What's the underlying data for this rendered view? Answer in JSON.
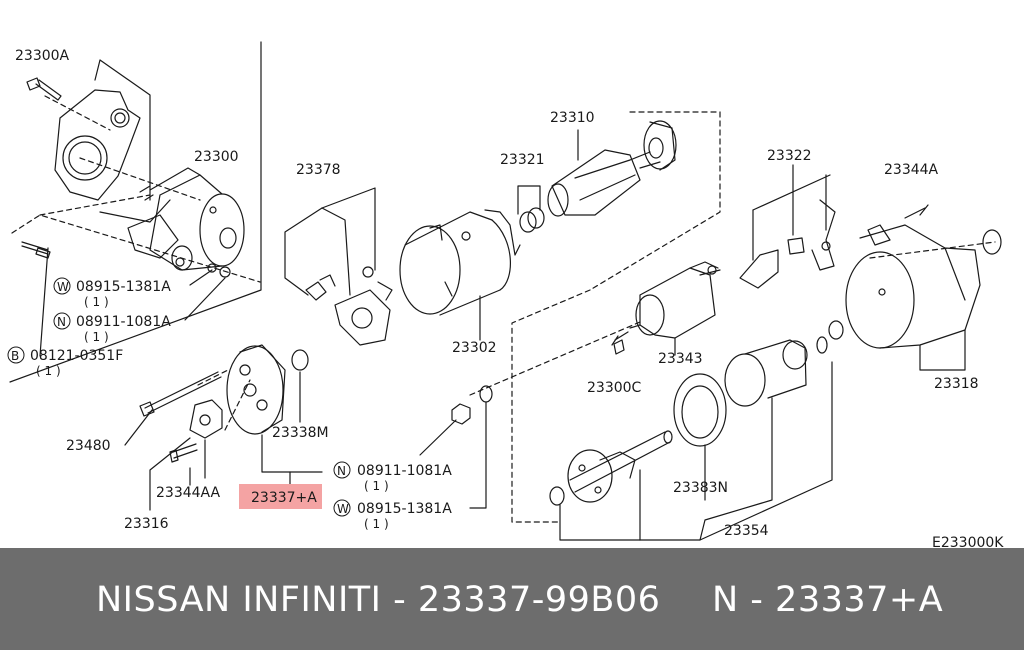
{
  "labels": {
    "l23300A": "23300A",
    "l23300": "23300",
    "w1": "08915-1381A",
    "w1q": "( 1 )",
    "n1": "08911-1081A",
    "n1q": "( 1 )",
    "b1": "08121-0351F",
    "b1q": "( 1 )",
    "l23378": "23378",
    "l23310": "23310",
    "l23321": "23321",
    "l23322": "23322",
    "l23344A": "23344A",
    "l23302": "23302",
    "l23343": "23343",
    "l23300C": "23300C",
    "l23318": "23318",
    "l23480": "23480",
    "l23338M": "23338M",
    "l23337A": "23337+A",
    "l23344AA": "23344AA",
    "l23316": "23316",
    "n2": "08911-1081A",
    "n2q": "( 1 )",
    "w2": "08915-1381A",
    "w2q": "( 1 )",
    "l23383N": "23383N",
    "l23354": "23354",
    "code": "E233000K"
  },
  "circle_letters": {
    "w": "W",
    "n": "N",
    "b": "B"
  },
  "banner": {
    "left": "NISSAN INFINITI - 23337-99B06",
    "right": "N - 23337+A"
  },
  "colors": {
    "banner_bg": "#6d6d6d",
    "highlight": "#f4a3a3",
    "ink": "#1a1a1a"
  }
}
